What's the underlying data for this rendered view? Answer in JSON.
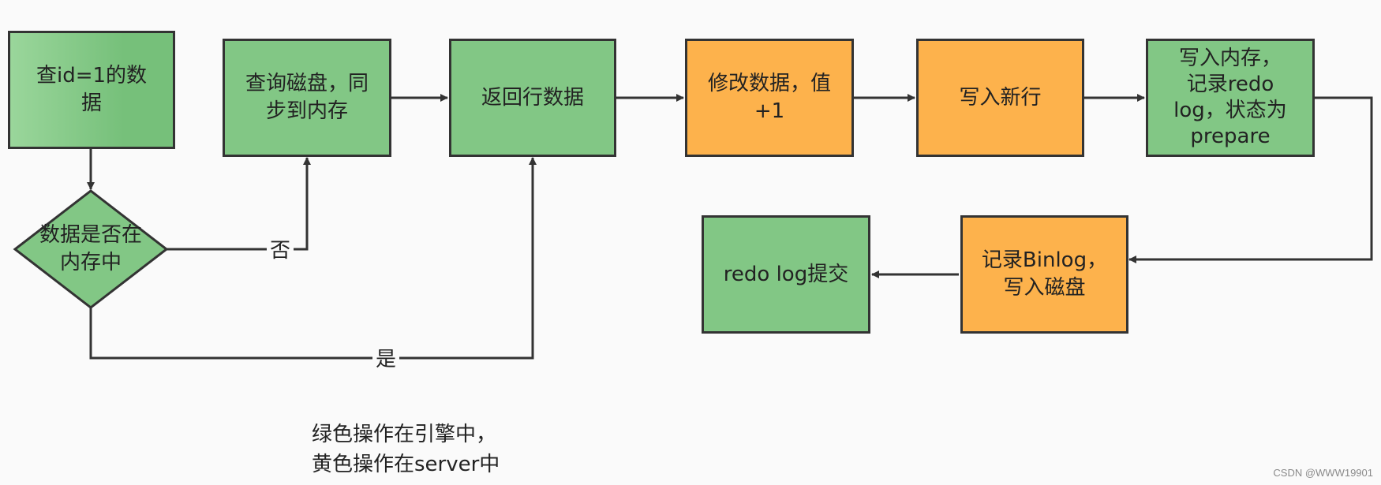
{
  "nodes": {
    "query": "查id=1的数\n据",
    "decision": "数据是否在\n内存中",
    "read_disk": "查询磁盘，同\n步到内存",
    "return_row": "返回行数据",
    "modify": "修改数据，值\n+1",
    "write_row": "写入新行",
    "redo_prepare": "写入内存，\n记录redo\nlog，状态为\nprepare",
    "binlog": "记录Binlog，\n写入磁盘",
    "commit": "redo log提交"
  },
  "edges": {
    "no_label": "否",
    "yes_label": "是"
  },
  "note": "绿色操作在引擎中，\n黄色操作在server中",
  "watermark": "CSDN @WWW19901",
  "colors": {
    "green": "#82c785",
    "orange": "#fdb24c",
    "stroke": "#333333",
    "background": "#fafafa"
  }
}
